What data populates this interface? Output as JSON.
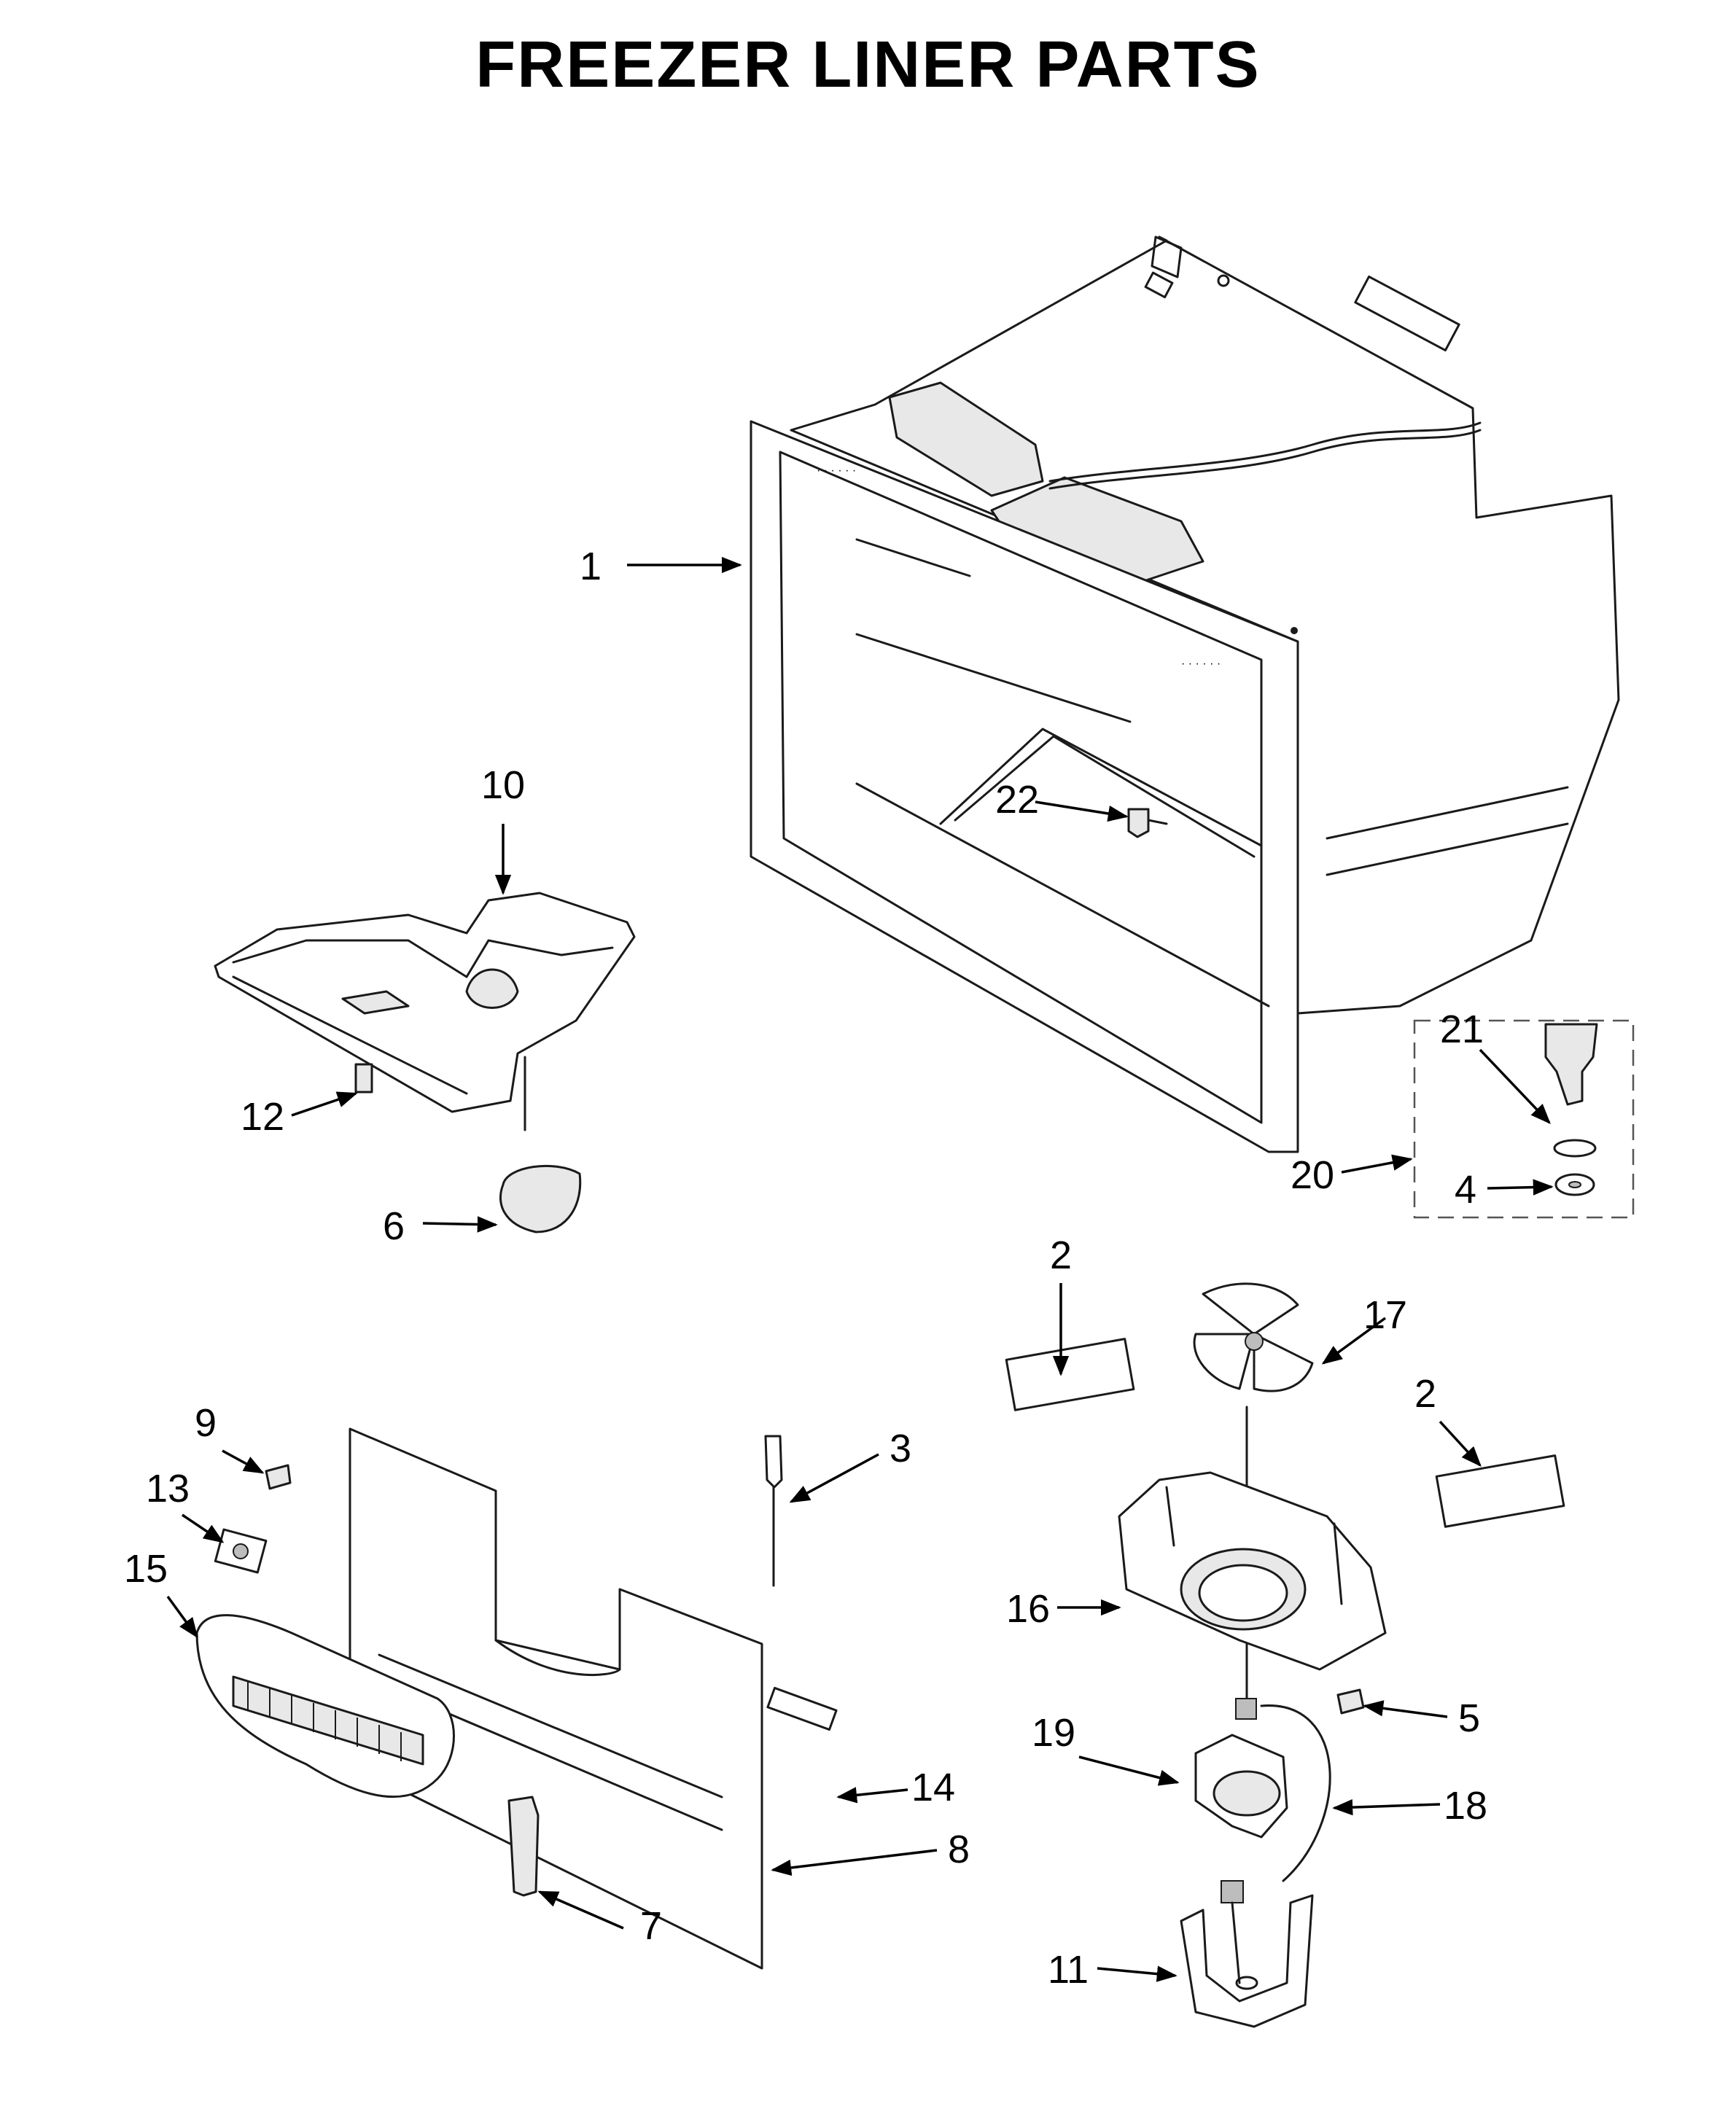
{
  "title": "FREEZER LINER PARTS",
  "callouts": [
    "1",
    "10",
    "12",
    "6",
    "22",
    "21",
    "20",
    "4",
    "2",
    "17",
    "2",
    "9",
    "3",
    "13",
    "15",
    "16",
    "5",
    "19",
    "18",
    "14",
    "8",
    "7",
    "11"
  ]
}
